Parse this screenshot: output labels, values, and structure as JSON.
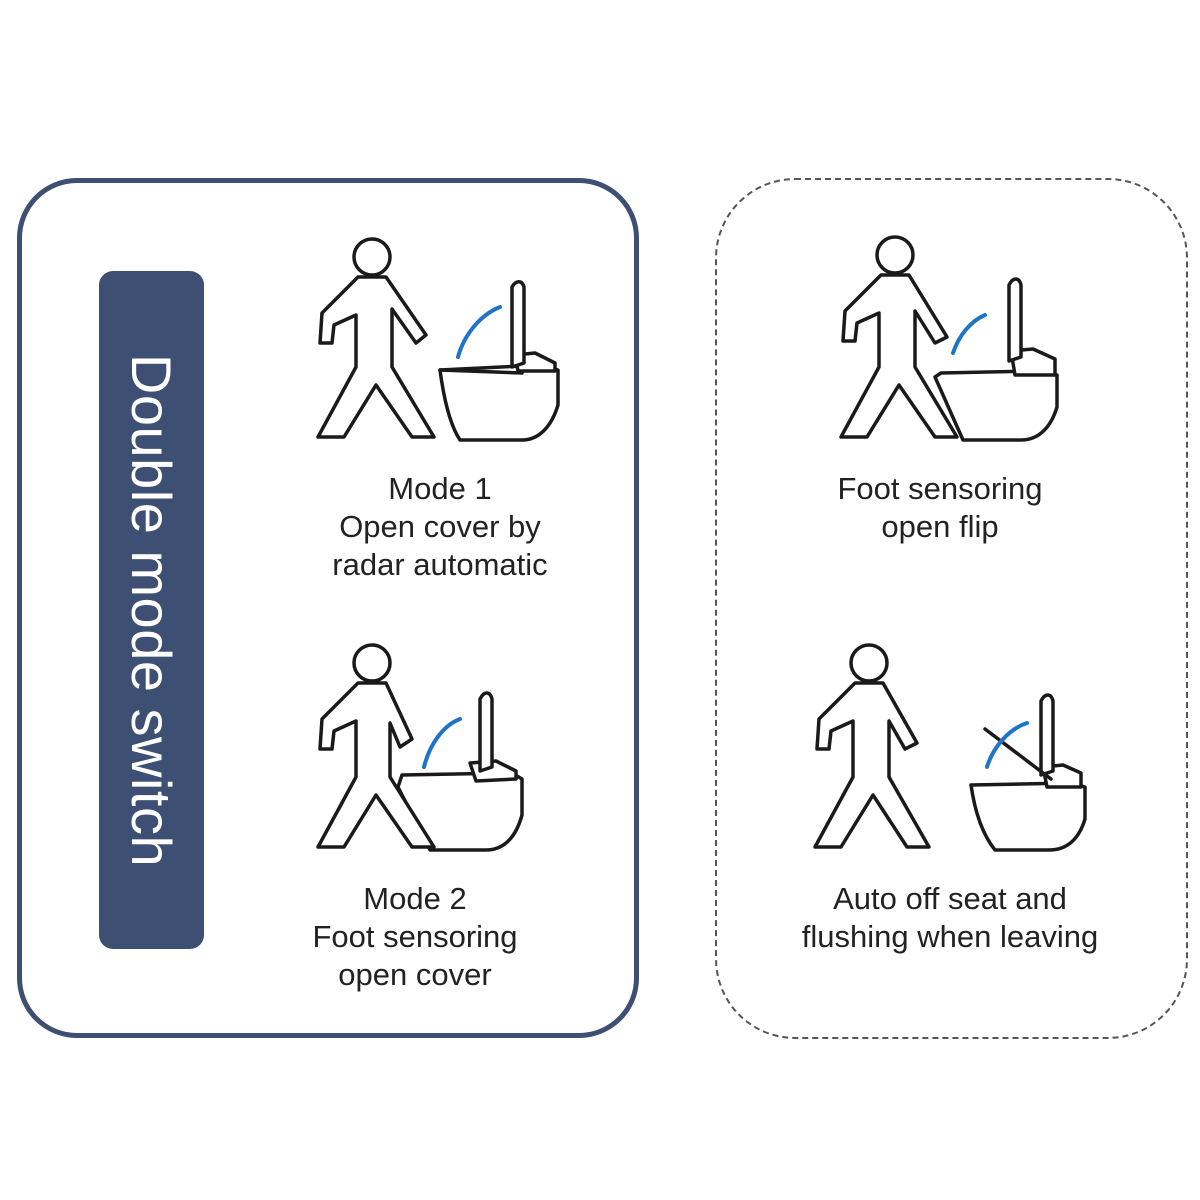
{
  "title": "Double mode switch",
  "colors": {
    "panel_border": "#3d4f72",
    "title_bar": "#3d4f72",
    "arc": "#1f74c9"
  },
  "cards": [
    {
      "lines": [
        "Mode 1",
        "Open cover by",
        "radar automatic"
      ],
      "icon": "person-approaching-toilet-icon"
    },
    {
      "lines": [
        "Mode 2",
        "Foot sensoring",
        "open cover"
      ],
      "icon": "foot-sensor-toilet-icon"
    },
    {
      "lines": [
        "Foot sensoring",
        "open flip"
      ],
      "icon": "foot-sensor-flip-icon"
    },
    {
      "lines": [
        "Auto off seat and",
        "flushing when leaving"
      ],
      "icon": "auto-close-flush-icon"
    }
  ]
}
